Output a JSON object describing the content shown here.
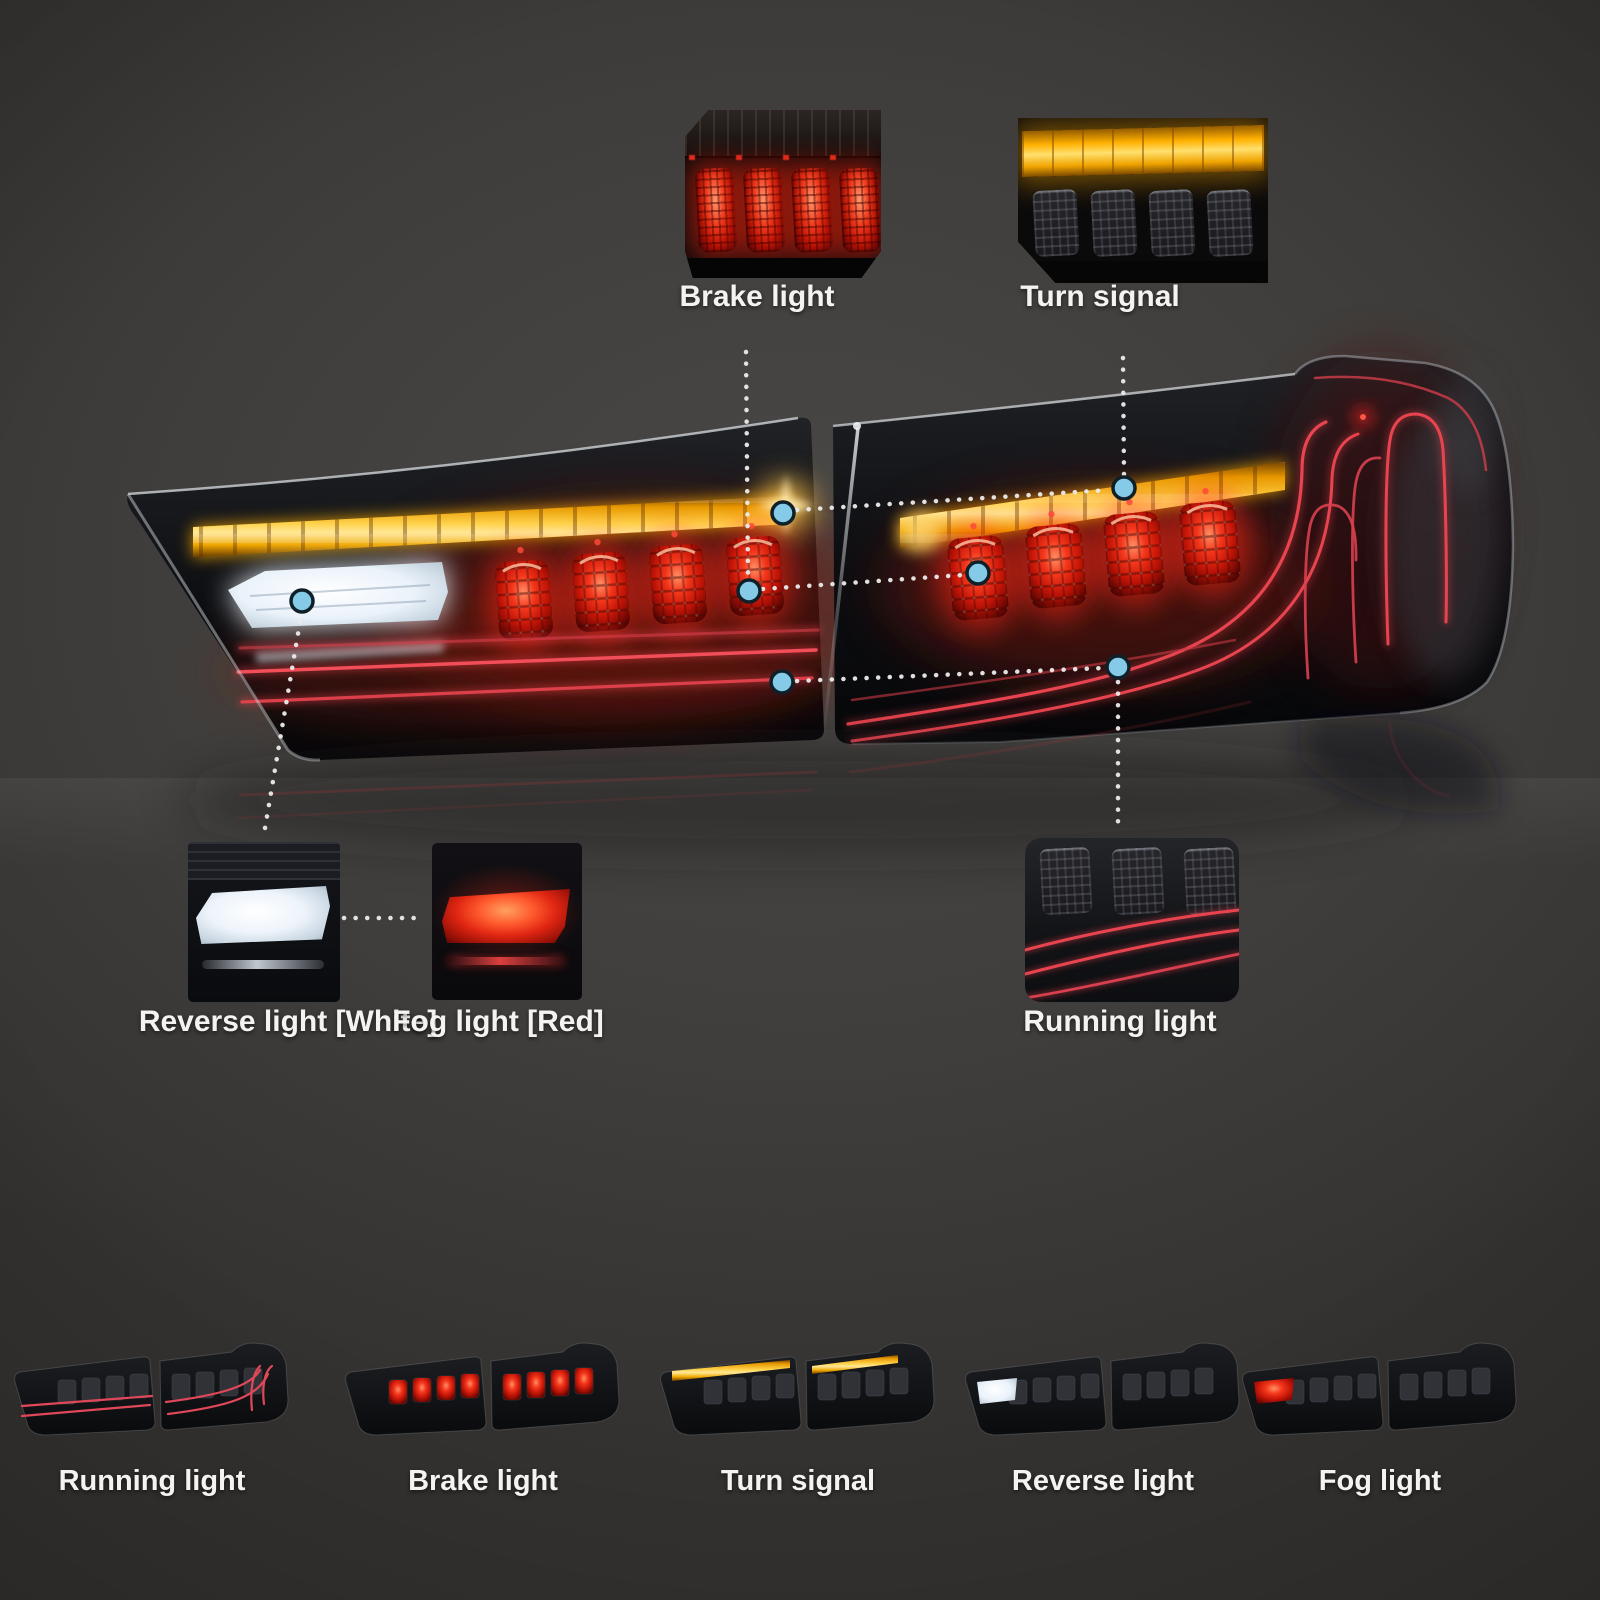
{
  "callouts": {
    "brake": "Brake light",
    "turn": "Turn signal",
    "reverse": "Reverse light [White]",
    "fog": "Fog light [Red]",
    "running": "Running light"
  },
  "modes": [
    {
      "label": "Running light"
    },
    {
      "label": "Brake light"
    },
    {
      "label": "Turn signal"
    },
    {
      "label": "Reverse light"
    },
    {
      "label": "Fog light"
    }
  ],
  "colors": {
    "background": "#403e3c",
    "label_text": "#f4f3f1",
    "turn_signal_amber": "#ffb300",
    "brake_red": "#ff2a12",
    "running_light_red": "#e8424e",
    "reverse_white": "#f2f7ff",
    "fog_red": "#e02612",
    "marker_dot_blue": "#85cae7",
    "leader_dot_white": "#ebebeb"
  },
  "icons": {
    "marker_dot": "circle-marker",
    "leader": "dotted-leader-line"
  }
}
